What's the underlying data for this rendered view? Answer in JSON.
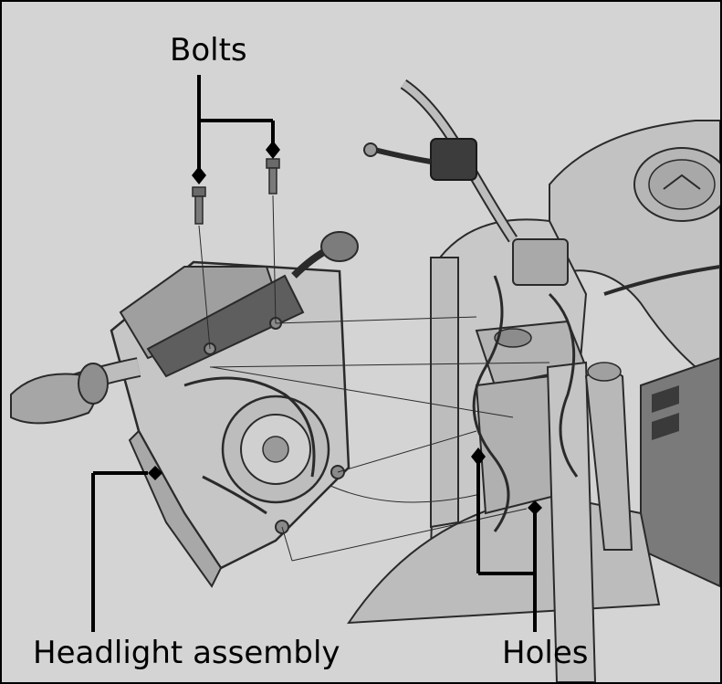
{
  "labels": {
    "bolts": "Bolts",
    "headlight_assembly": "Headlight assembly",
    "holes": "Holes"
  },
  "colors": {
    "background": "#d4d4d4",
    "leader_line": "#000000",
    "part_fill": "#bdbdbd",
    "part_stroke": "#2a2a2a"
  }
}
